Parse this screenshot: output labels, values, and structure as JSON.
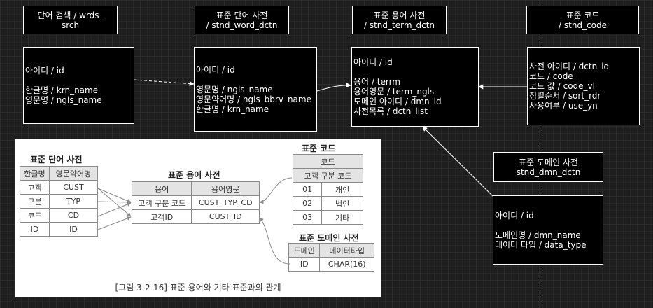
{
  "word_search": {
    "title_line1": "단어 검색 / wrds_",
    "title_line2": "srch",
    "fields": [
      "아이디 /  id",
      "",
      "한글명 / krn_name",
      "영문명 / ngls_name"
    ]
  },
  "std_word": {
    "title_line1": "표준 단어 사전",
    "title_line2": "/ stnd_word_dctn",
    "fields": [
      "아이디 / id",
      "",
      "영문명 / ngls_name",
      "영문약어명 / ngls_bbrv_name",
      "한글명 / krn_name"
    ]
  },
  "std_term": {
    "title_line1": "표준 용어 사전",
    "title_line2": "/ stnd_term_dctn",
    "fields": [
      "아이디 / id",
      "",
      "용어 / terrm",
      "용어영문 / term_ngls",
      "도메인 아이디 / dmn_id",
      "사전목록 / dctn_list"
    ]
  },
  "std_code": {
    "title_line1": "표준 코드",
    "title_line2": "/ stnd_code",
    "fields": [
      "사전 아이디 / dctn_id",
      "코드 / code",
      "코드 값 / code_vl",
      "정렬순서 / sort_rdr",
      "사용여부 / use_yn"
    ]
  },
  "std_domain": {
    "title_line1": "표준 도메인 사전",
    "title_line2": "stnd_dmn_dctn",
    "fields": [
      "아이디 / id",
      "",
      "도메인명 / dmn_name",
      "데이터 타입 / data_type"
    ]
  },
  "figure": {
    "caption": "[그림 3-2-16] 표준 용어와 기타 표준과의 관계",
    "word_table": {
      "title": "표준 단어 사전",
      "headers": [
        "한글명",
        "영문약어명"
      ],
      "rows": [
        [
          "고객",
          "CUST"
        ],
        [
          "구분",
          "TYP"
        ],
        [
          "코드",
          "CD"
        ],
        [
          "ID",
          "ID"
        ]
      ]
    },
    "term_table": {
      "title": "표준 용어 사전",
      "headers": [
        "용어",
        "용어영문"
      ],
      "rows": [
        [
          "고객 구분 코드",
          "CUST_TYP_CD"
        ],
        [
          "고객ID",
          "CUST_ID"
        ]
      ]
    },
    "code_table": {
      "title": "표준 코드",
      "header_top": "코드",
      "header_sub": "고객 구분 코드",
      "rows": [
        [
          "01",
          "개인"
        ],
        [
          "02",
          "법인"
        ],
        [
          "03",
          "기타"
        ]
      ]
    },
    "domain_table": {
      "title": "표준 도메인 사전",
      "headers": [
        "도메인",
        "데이터타입"
      ],
      "rows": [
        [
          "ID",
          "CHAR(16)"
        ]
      ]
    }
  }
}
